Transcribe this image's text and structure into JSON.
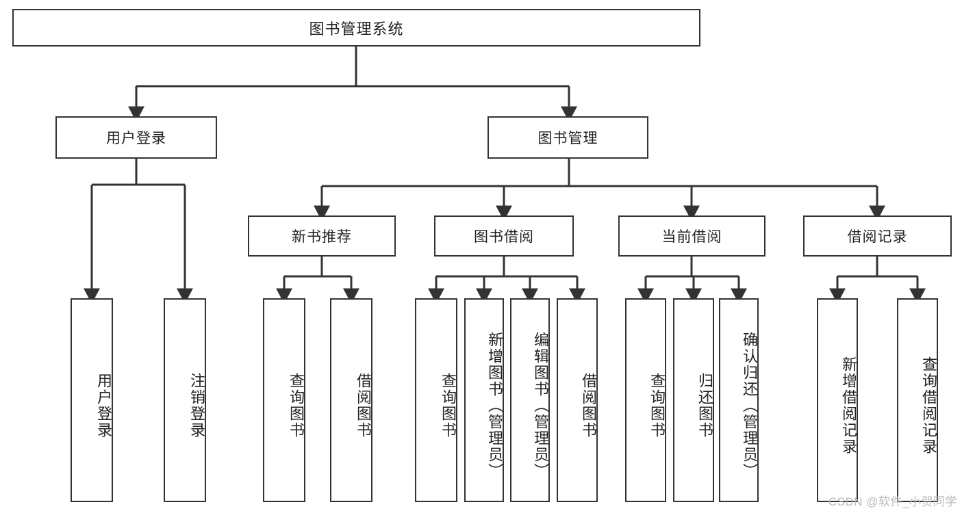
{
  "diagram": {
    "title": "图书管理系统",
    "type": "tree-hierarchy-chart",
    "root": {
      "label": "图书管理系统"
    },
    "level1": [
      {
        "label": "用户登录"
      },
      {
        "label": "图书管理"
      }
    ],
    "level2": [
      {
        "label": "新书推荐"
      },
      {
        "label": "图书借阅"
      },
      {
        "label": "当前借阅"
      },
      {
        "label": "借阅记录"
      }
    ],
    "leaves": [
      {
        "label": "用户登录"
      },
      {
        "label": "注销登录"
      },
      {
        "label": "查询图书"
      },
      {
        "label": "借阅图书"
      },
      {
        "label": "查询图书"
      },
      {
        "label": "新增图书（管理员）"
      },
      {
        "label": "编辑图书（管理员）"
      },
      {
        "label": "借阅图书"
      },
      {
        "label": "查询图书"
      },
      {
        "label": "归还图书"
      },
      {
        "label": "确认归还（管理员）"
      },
      {
        "label": "新增借阅记录"
      },
      {
        "label": "查询借阅记录"
      }
    ]
  },
  "watermark": {
    "text": "CSDN @软件_小贺同学"
  },
  "colors": {
    "stroke": "#333333",
    "fill": "#ffffff",
    "text": "#222222",
    "watermark": "#b9b9b9"
  }
}
